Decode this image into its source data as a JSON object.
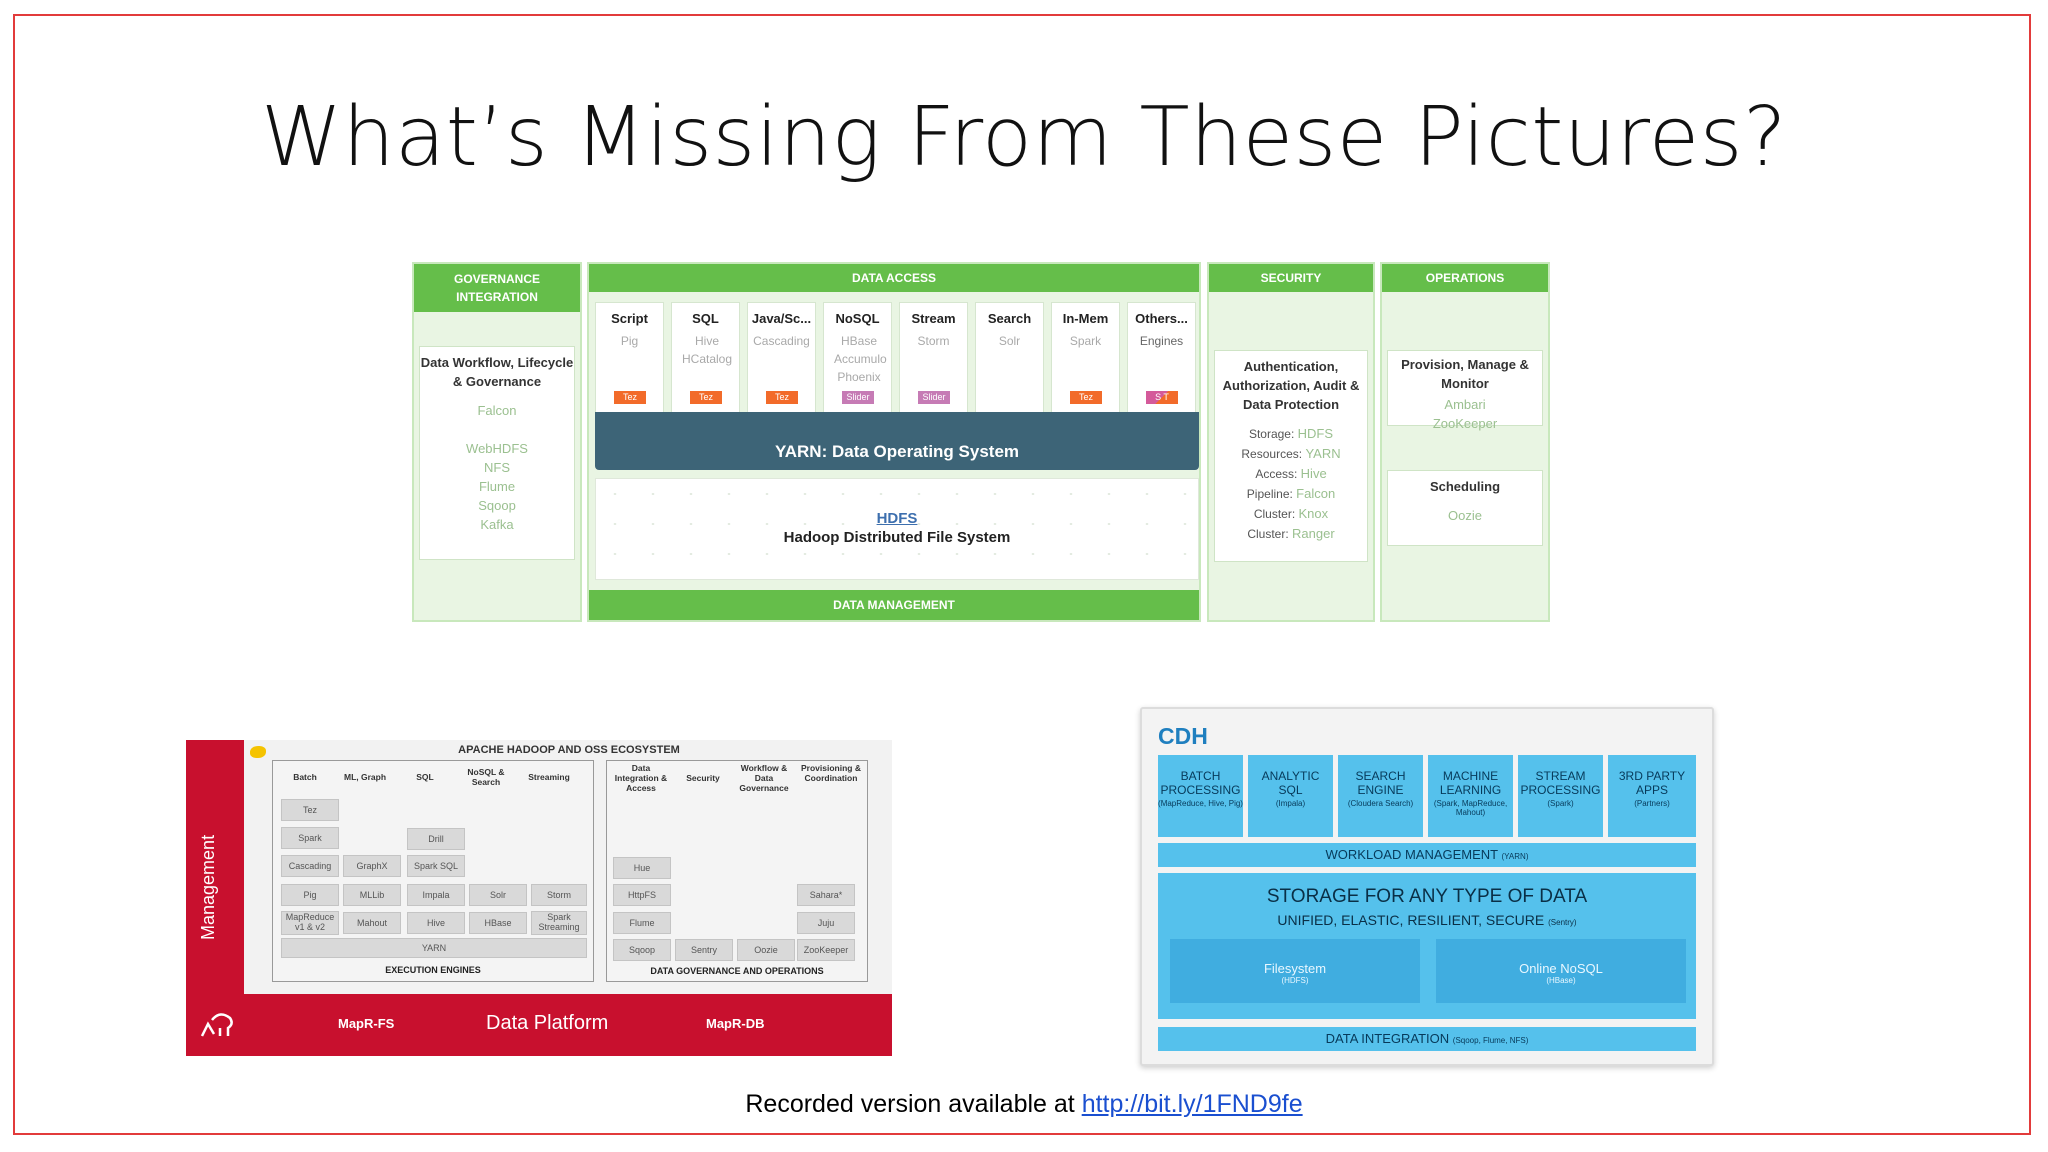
{
  "slide": {
    "title": "What’s Missing From These Pictures?",
    "footer_text": "Recorded version available at ",
    "footer_link": "http://bit.ly/1FND9fe",
    "border_color": "#e23b3b"
  },
  "hdp": {
    "governance": {
      "header": "GOVERNANCE INTEGRATION",
      "card_title": "Data Workflow, Lifecycle & Governance",
      "items": [
        "Falcon",
        "",
        "WebHDFS",
        "NFS",
        "Flume",
        "Sqoop",
        "Kafka"
      ]
    },
    "data_access": {
      "header": "DATA ACCESS",
      "engines": [
        {
          "title": "Script",
          "sub": "Pig",
          "tag": "Tez",
          "tag_type": "tez"
        },
        {
          "title": "SQL",
          "sub": "Hive HCatalog",
          "tag": "Tez",
          "tag_type": "tez"
        },
        {
          "title": "Java/Sc...",
          "sub": "Cascading",
          "tag": "Tez",
          "tag_type": "tez"
        },
        {
          "title": "NoSQL",
          "sub": "HBase Accumulo Phoenix",
          "tag": "Slider",
          "tag_type": "slider"
        },
        {
          "title": "Stream",
          "sub": "Storm",
          "tag": "Slider",
          "tag_type": "slider"
        },
        {
          "title": "Search",
          "sub": "Solr",
          "tag": "",
          "tag_type": "none"
        },
        {
          "title": "In-Mem",
          "sub": "Spark",
          "tag": "Tez",
          "tag_type": "tez"
        },
        {
          "title": "Others...",
          "sub": "Engines",
          "tag": "S T",
          "tag_type": "st"
        }
      ],
      "yarn_label": "YARN: Data Operating System",
      "hdfs_link": "HDFS",
      "hdfs_label": "Hadoop Distributed File System",
      "footer": "DATA MANAGEMENT"
    },
    "security": {
      "header": "SECURITY",
      "card_title": "Authentication, Authorization, Audit & Data Protection",
      "rows": [
        {
          "k": "Storage:",
          "v": "HDFS"
        },
        {
          "k": "Resources:",
          "v": "YARN"
        },
        {
          "k": "Access:",
          "v": "Hive"
        },
        {
          "k": "Pipeline:",
          "v": "Falcon"
        },
        {
          "k": "Cluster:",
          "v": "Knox"
        },
        {
          "k": "Cluster:",
          "v": "Ranger"
        }
      ]
    },
    "operations": {
      "header": "OPERATIONS",
      "card1_title": "Provision, Manage & Monitor",
      "card1_items": [
        "Ambari",
        "ZooKeeper"
      ],
      "card2_title": "Scheduling",
      "card2_items": [
        "Oozie"
      ]
    },
    "colors": {
      "green": "#65be4a",
      "yarn": "#3d6477",
      "tez": "#f26b2a",
      "slider": "#c67bb5"
    }
  },
  "mapr": {
    "title": "APACHE HADOOP AND OSS ECOSYSTEM",
    "side_label": "Management",
    "exec_headers": [
      "Batch",
      "ML, Graph",
      "SQL",
      "NoSQL & Search",
      "Streaming"
    ],
    "gov_headers": [
      "Data Integration & Access",
      "Security",
      "Workflow & Data Governance",
      "Provisioning & Coordination"
    ],
    "cells": {
      "tez": "Tez",
      "spark": "Spark",
      "drill": "Drill",
      "cascading": "Cascading",
      "graphx": "GraphX",
      "sparksql": "Spark SQL",
      "pig": "Pig",
      "mllib": "MLLib",
      "impala": "Impala",
      "solr": "Solr",
      "storm": "Storm",
      "mapreduce": "MapReduce v1 & v2",
      "mahout": "Mahout",
      "hive": "Hive",
      "hbase": "HBase",
      "sparkstreaming": "Spark Streaming",
      "yarn": "YARN",
      "hue": "Hue",
      "httpfs": "HttpFS",
      "flume": "Flume",
      "sqoop": "Sqoop",
      "sentry": "Sentry",
      "oozie": "Oozie",
      "zookeeper": "ZooKeeper",
      "sahara": "Sahara*",
      "juju": "Juju"
    },
    "exec_footer": "EXECUTION ENGINES",
    "gov_footer": "DATA GOVERNANCE AND OPERATIONS",
    "bottom": {
      "left": "MapR-FS",
      "center": "Data Platform",
      "right": "MapR-DB"
    },
    "colors": {
      "red": "#c8102e"
    }
  },
  "cdh": {
    "title": "CDH",
    "boxes": [
      {
        "name": "BATCH PROCESSING",
        "desc": "(MapReduce, Hive, Pig)"
      },
      {
        "name": "ANALYTIC SQL",
        "desc": "(Impala)"
      },
      {
        "name": "SEARCH ENGINE",
        "desc": "(Cloudera Search)"
      },
      {
        "name": "MACHINE LEARNING",
        "desc": "(Spark, MapReduce, Mahout)"
      },
      {
        "name": "STREAM PROCESSING",
        "desc": "(Spark)"
      },
      {
        "name": "3RD PARTY APPS",
        "desc": "(Partners)"
      }
    ],
    "workload": "WORKLOAD MANAGEMENT",
    "workload_sub": "(YARN)",
    "storage_title": "STORAGE FOR ANY TYPE OF DATA",
    "storage_sub": "UNIFIED, ELASTIC, RESILIENT, SECURE",
    "storage_sub_small": "(Sentry)",
    "filesystem": "Filesystem",
    "filesystem_sub": "(HDFS)",
    "nosql": "Online NoSQL",
    "nosql_sub": "(HBase)",
    "integration": "DATA INTEGRATION",
    "integration_sub": "(Sqoop, Flume, NFS)",
    "colors": {
      "box": "#55c1ec",
      "title": "#1f7fbf"
    }
  }
}
